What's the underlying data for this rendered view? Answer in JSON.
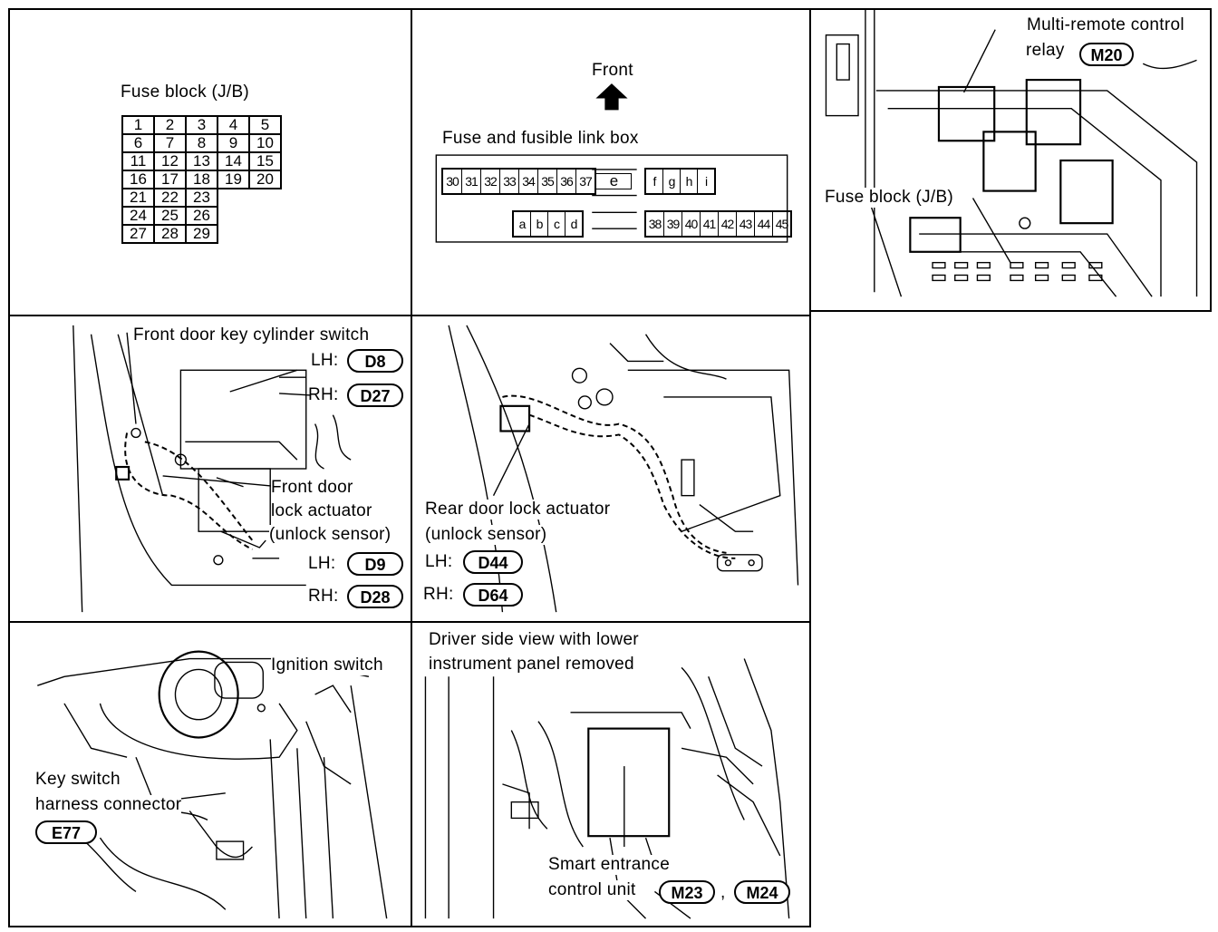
{
  "panels": {
    "fuse_block": {
      "title": "Fuse block (J/B)",
      "rows": [
        [
          "1",
          "2",
          "3",
          "4",
          "5"
        ],
        [
          "6",
          "7",
          "8",
          "9",
          "10"
        ],
        [
          "11",
          "12",
          "13",
          "14",
          "15"
        ],
        [
          "16",
          "17",
          "18",
          "19",
          "20"
        ],
        [
          "21",
          "22",
          "23"
        ],
        [
          "24",
          "25",
          "26"
        ],
        [
          "27",
          "28",
          "29"
        ]
      ]
    },
    "link_box": {
      "front_label": "Front",
      "title": "Fuse and fusible link box",
      "row_top_left": [
        "30",
        "31",
        "32",
        "33",
        "34",
        "35",
        "36",
        "37"
      ],
      "middle_label": "e",
      "row_top_right": [
        "f",
        "g",
        "h",
        "i"
      ],
      "row_bottom_left": [
        "a",
        "b",
        "c",
        "d"
      ],
      "row_bottom_right": [
        "38",
        "39",
        "40",
        "41",
        "42",
        "43",
        "44",
        "45"
      ]
    },
    "relay": {
      "relay_label_1": "Multi-remote control",
      "relay_label_2": "relay",
      "relay_code": "M20",
      "fuse_label": "Fuse block (J/B)"
    },
    "front_door": {
      "switch_label": "Front door key cylinder switch",
      "lh_label": "LH:",
      "lh_code_1": "D8",
      "rh_label": "RH:",
      "rh_code_1": "D27",
      "actuator_line_1": "Front door",
      "actuator_line_2": "lock actuator",
      "actuator_line_3": "(unlock sensor)",
      "lh_code_2": "D9",
      "rh_code_2": "D28"
    },
    "rear_door": {
      "actuator_line_1": "Rear door lock actuator",
      "actuator_line_2": "(unlock sensor)",
      "lh_label": "LH:",
      "lh_code": "D44",
      "rh_label": "RH:",
      "rh_code": "D64"
    },
    "ignition": {
      "ignition_label": "Ignition switch",
      "key_line_1": "Key switch",
      "key_line_2": "harness connector",
      "key_code": "E77"
    },
    "driver": {
      "view_line_1": "Driver side view with lower",
      "view_line_2": "instrument panel removed",
      "unit_line_1": "Smart entrance",
      "unit_line_2": "control unit",
      "code_1": "M23",
      "separator": ",",
      "code_2": "M24"
    }
  }
}
